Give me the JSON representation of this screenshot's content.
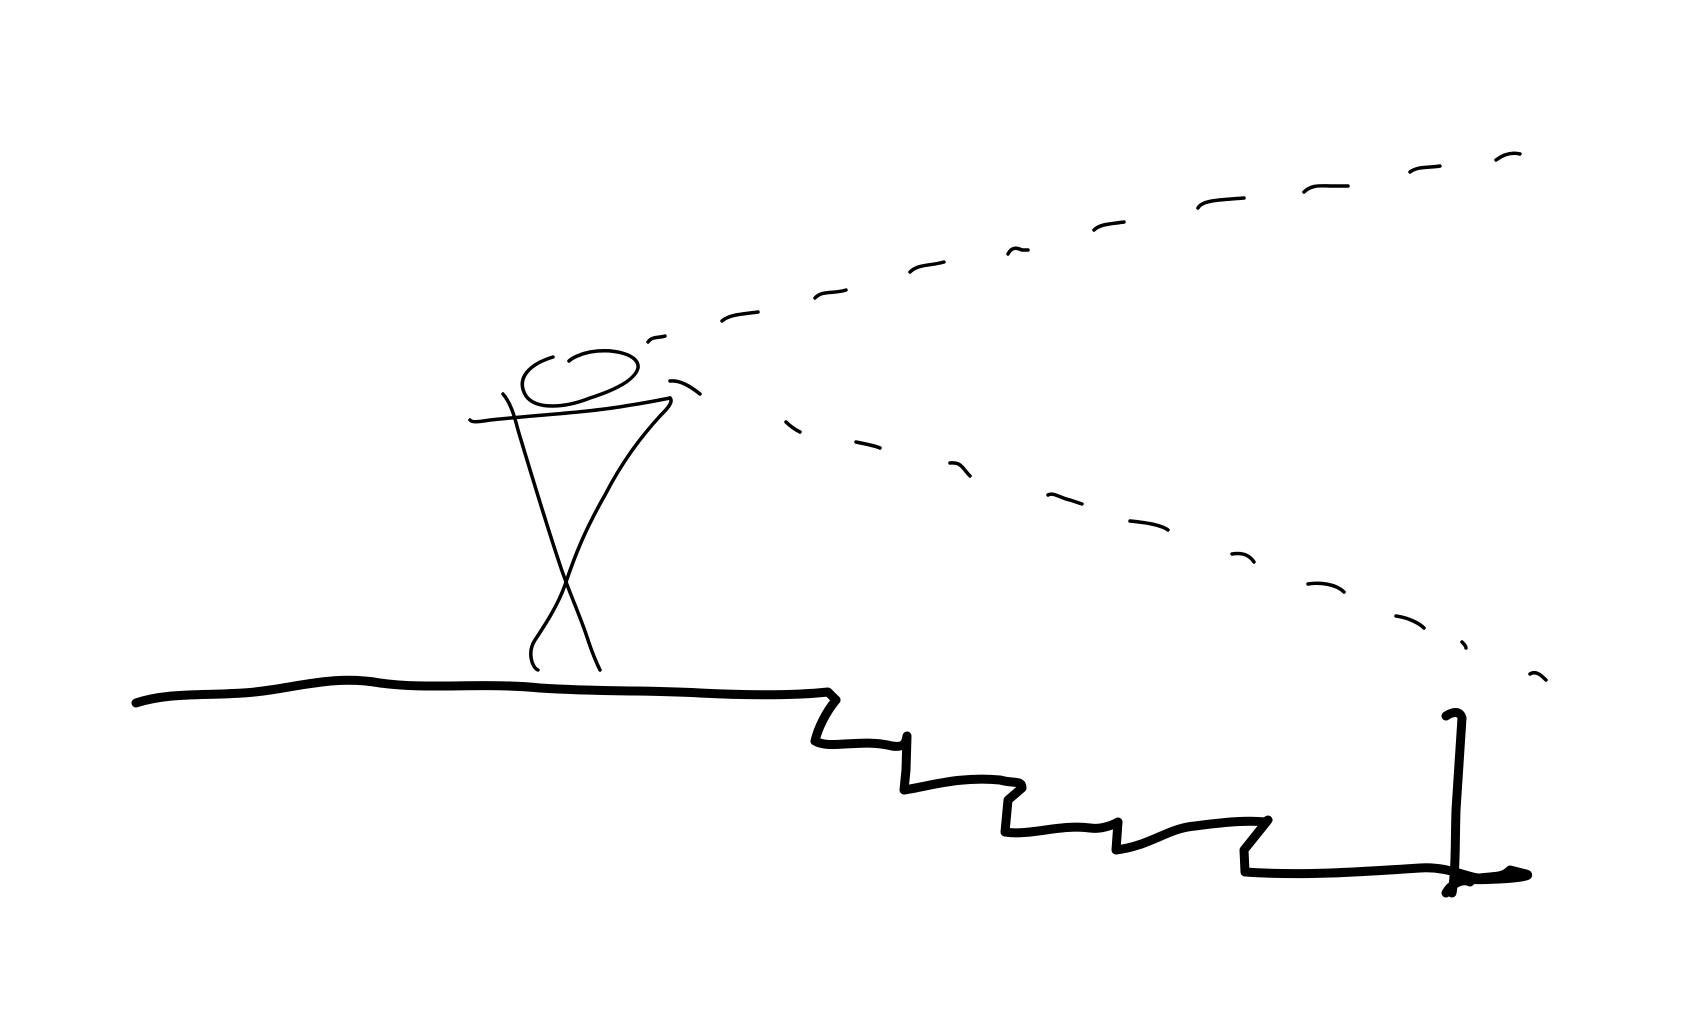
{
  "sketch": {
    "ink_color": "#000000",
    "background_color": "#ffffff",
    "elements": [
      "stick-figure",
      "ground-ledge",
      "stair-steps",
      "pit-wall",
      "upper-dashed-trajectory",
      "lower-dashed-trajectory"
    ]
  }
}
